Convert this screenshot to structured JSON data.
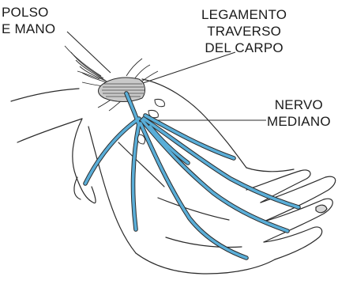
{
  "labels": {
    "wrist_hand": [
      "POLSO",
      "E MANO"
    ],
    "ligament": [
      "LEGAMENTO",
      "TRAVERSO",
      "DEL CARPO"
    ],
    "nerve": [
      "NERVO",
      "MEDIANO"
    ]
  },
  "colors": {
    "nerve": "#5aaed8",
    "outline": "#2b2b2b",
    "ligament": "#b8b8b8"
  }
}
